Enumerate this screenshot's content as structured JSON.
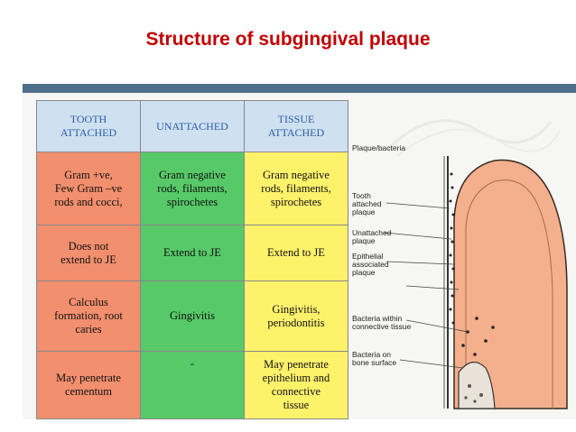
{
  "title": "Structure of subgingival plaque",
  "table": {
    "headers": [
      "TOOTH\nATTACHED",
      "UNATTACHED",
      "TISSUE\nATTACHED"
    ],
    "rows": [
      [
        "Gram +ve,\nFew Gram –ve\nrods and cocci,",
        "Gram negative\nrods, filaments,\nspirochetes",
        "Gram negative\nrods, filaments,\nspirochetes"
      ],
      [
        "Does not\nextend to JE",
        "Extend to JE",
        "Extend to JE"
      ],
      [
        "Calculus\nformation, root\ncaries",
        "Gingivitis",
        "Gingivitis,\nperiodontitis"
      ],
      [
        "May penetrate\ncementum",
        "-",
        "May penetrate\nepithelium and\nconnective\ntissue"
      ]
    ]
  },
  "diagram": {
    "labels": [
      "Plaque/bacteria",
      "Tooth\nattached\nplaque",
      "Unattached\nplaque",
      "Epithelial\nassociated\nplaque",
      "Bacteria within\nconnective tissue",
      "Bacteria on\nbone surface"
    ]
  },
  "colors": {
    "title": "#c00000",
    "header_bg": "#cfe0f0",
    "header_text": "#2a5ea8",
    "tooth_attached": "#f28f6e",
    "unattached": "#57c968",
    "tissue_attached": "#fff26b",
    "band": "#4d6f8c",
    "gingiva": "#f4b08c"
  }
}
